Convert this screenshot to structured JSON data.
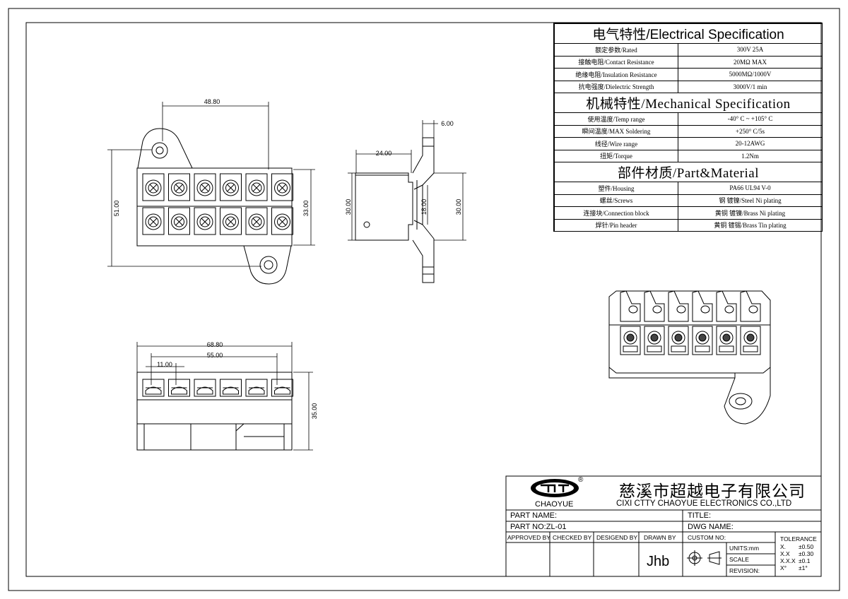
{
  "spec": {
    "electrical": {
      "title": "电气特性/Electrical Specification",
      "rows": [
        {
          "label": "额定参数/Rated",
          "value": "300V 25A"
        },
        {
          "label": "接触电阻/Contact Resistance",
          "value": "20MΩ MAX"
        },
        {
          "label": "绝缘电阻/Insulation Resistance",
          "value": "5000MΩ/1000V"
        },
        {
          "label": "抗电强度/Dielectric Strength",
          "value": "3000V/1 min"
        }
      ]
    },
    "mechanical": {
      "title": "机械特性/Mechanical Specification",
      "rows": [
        {
          "label": "使用温度/Temp range",
          "value": "-40° C ~ +105° C"
        },
        {
          "label": "瞬间温度/MAX Soldering",
          "value": "+250° C/5s"
        },
        {
          "label": "线径/Wire range",
          "value": "20-12AWG"
        },
        {
          "label": "扭矩/Torque",
          "value": "1.2Nm"
        }
      ]
    },
    "material": {
      "title": "部件材质/Part&Material",
      "rows": [
        {
          "label": "塑件/Housing",
          "value": "PA66 UL94 V-0"
        },
        {
          "label": "螺丝/Screws",
          "value": "钢 镀镍/Steel Ni plating"
        },
        {
          "label": "连接块/Connection block",
          "value": "黄铜 镀镍/Brass Ni plating"
        },
        {
          "label": "焊针/Pin header",
          "value": "黄铜 镀锡/Brass Tin plating"
        }
      ]
    }
  },
  "dims": {
    "front_width": "48.80",
    "front_height": "51.00",
    "front_body_height": "33.00",
    "side_depth": "24.00",
    "side_flange": "6.00",
    "side_height_left": "30.00",
    "side_slot": "18.00",
    "side_height_right": "30.00",
    "bottom_total": "68.80",
    "bottom_pitch_span": "55.00",
    "bottom_pitch": "11.00",
    "bottom_height": "35.00"
  },
  "title_block": {
    "brand": "CHAOYUE",
    "logo_mark": "®",
    "company_cn": "慈溪市超越电子有限公司",
    "company_en": "CIXI CTTY CHAOYUE ELECTRONICS CO.,LTD",
    "part_name_label": "PART NAME:",
    "title_label": "TITLE:",
    "part_no_label": "PART NO:ZL-01",
    "dwg_name_label": "DWG NAME:",
    "approved_by": "APPROVED BY",
    "checked_by": "CHECKED BY",
    "designed_by": "DESIGEND BY",
    "drawn_by": "DRAWN BY",
    "drawn_by_value": "Jhb",
    "custom_no": "CUSTOM NO:",
    "units": "UNITS:mm",
    "scale": "SCALE",
    "revision": "REVISION:",
    "tolerance_title": "TOLERANCE",
    "tolerances": [
      {
        "k": "X.",
        "v": "±0.50"
      },
      {
        "k": "X.X",
        "v": "±0.30"
      },
      {
        "k": "X.X.X",
        "v": "±0.1"
      },
      {
        "k": "X°",
        "v": "±1°"
      }
    ]
  }
}
